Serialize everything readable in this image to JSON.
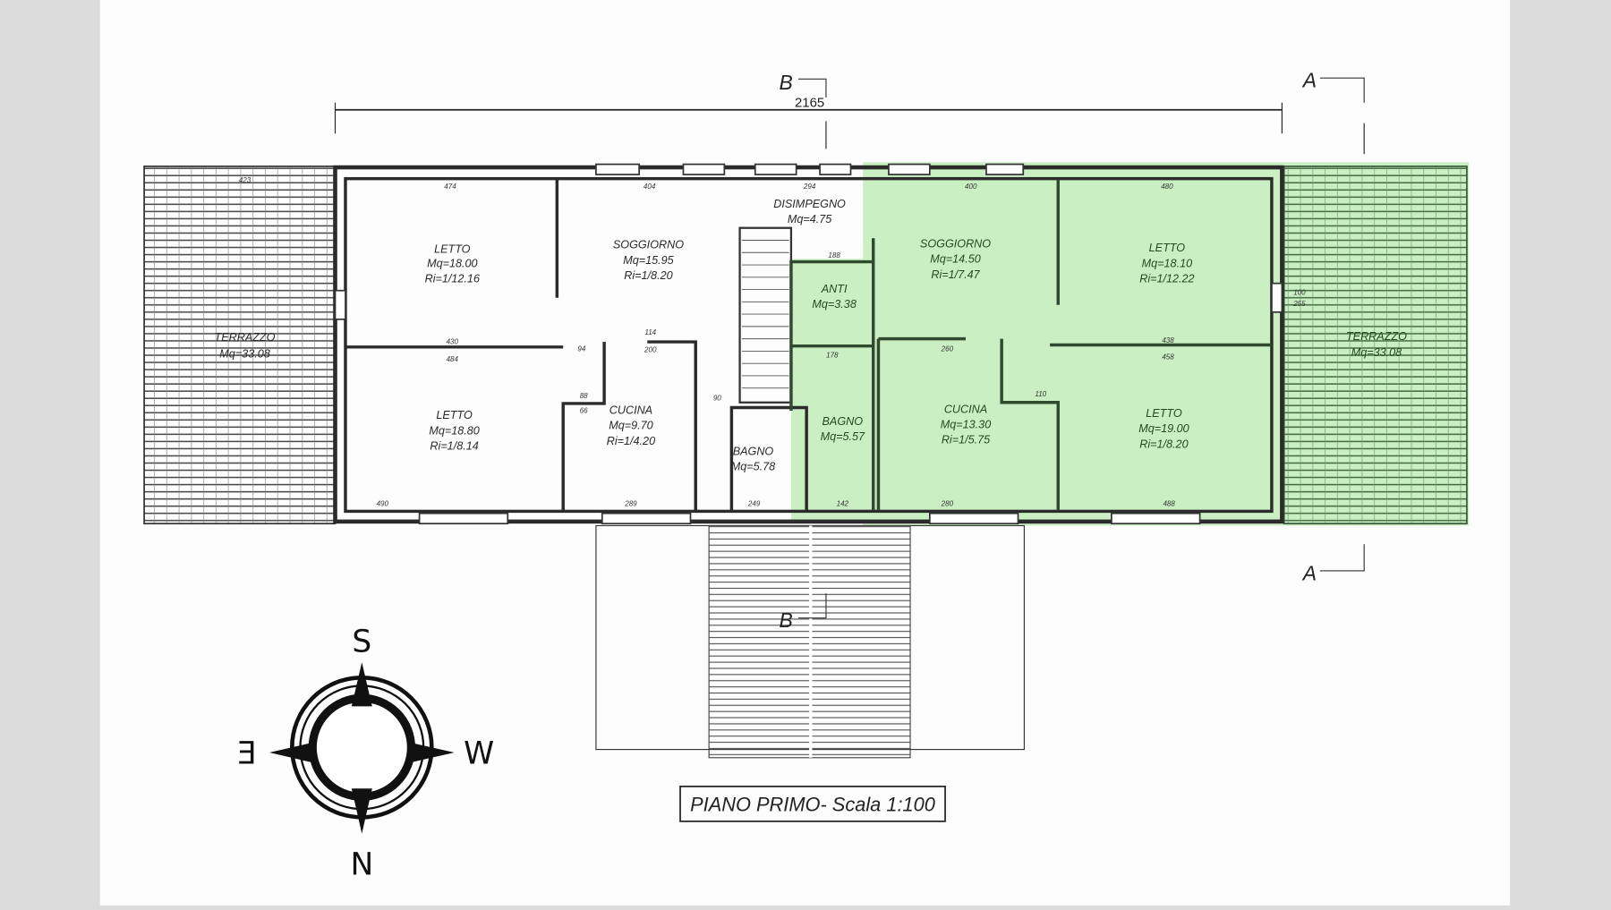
{
  "plan": {
    "title": "PIANO PRIMO- Scala 1:100",
    "overall_dimension": "2165",
    "section_markers": [
      "A",
      "A",
      "B",
      "B"
    ],
    "highlight_color": "#c9efc2",
    "rooms": [
      {
        "name": "TERRAZZO",
        "area": "Mq=33.08"
      },
      {
        "name": "LETTO",
        "area": "Mq=18.00",
        "ri": "Ri=1/12.16"
      },
      {
        "name": "SOGGIORNO",
        "area": "Mq=15.95",
        "ri": "Ri=1/8.20"
      },
      {
        "name": "DISIMPEGNO",
        "area": "Mq=4.75"
      },
      {
        "name": "LETTO",
        "area": "Mq=18.80",
        "ri": "Ri=1/8.14"
      },
      {
        "name": "CUCINA",
        "area": "Mq=9.70",
        "ri": "Ri=1/4.20"
      },
      {
        "name": "BAGNO",
        "area": "Mq=5.78"
      },
      {
        "name": "ANTI",
        "area": "Mq=3.38"
      },
      {
        "name": "BAGNO",
        "area": "Mq=5.57"
      },
      {
        "name": "SOGGIORNO",
        "area": "Mq=14.50",
        "ri": "Ri=1/7.47"
      },
      {
        "name": "LETTO",
        "area": "Mq=18.10",
        "ri": "Ri=1/12.22"
      },
      {
        "name": "CUCINA",
        "area": "Mq=13.30",
        "ri": "Ri=1/5.75"
      },
      {
        "name": "LETTO",
        "area": "Mq=19.00",
        "ri": "Ri=1/8.20"
      },
      {
        "name": "TERRAZZO",
        "area": "Mq=33.08"
      }
    ],
    "dimensions": [
      "474",
      "404",
      "294",
      "400",
      "480",
      "430",
      "484",
      "438",
      "458",
      "490",
      "289",
      "249",
      "142",
      "280",
      "488",
      "100",
      "255",
      "114",
      "200",
      "94",
      "90",
      "88",
      "66",
      "110",
      "260",
      "178",
      "188",
      "423"
    ],
    "compass": {
      "top": "S",
      "bottom": "N",
      "left": "E",
      "right": "W"
    }
  }
}
